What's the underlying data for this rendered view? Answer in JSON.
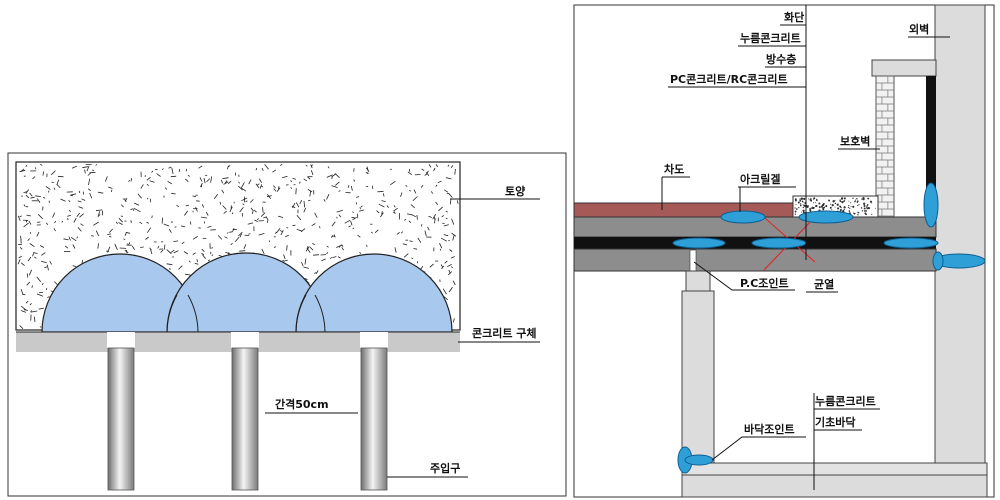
{
  "left_panel": {
    "labels": {
      "soil": "토양",
      "concrete_body": "콘크리트 구체",
      "spacing": "간격50cm",
      "injection_port": "주입구"
    }
  },
  "right_panel": {
    "labels": {
      "flower_bed": "화단",
      "press_concrete": "누름콘크리트",
      "waterproof_layer": "방수층",
      "pc_rc_concrete": "PC콘크리트/RC콘크리트",
      "outer_wall": "외벽",
      "protection_wall": "보호벽",
      "driveway": "차도",
      "acrylic_gel": "아크릴겔",
      "pc_joint": "P.C조인트",
      "crack": "균열",
      "press_concrete_lower": "누름콘크리트",
      "foundation_floor": "기초바닥",
      "floor_joint": "바닥조인트"
    }
  },
  "colors": {
    "gel_blue": "#2f9fd8",
    "dome_blue": "#a9c8ee",
    "road_red": "#a65a58",
    "slab_gray": "#8d8d8d",
    "membrane_black": "#111111",
    "crack_red": "#e02020",
    "structure_gray": "#c8c8c8"
  }
}
